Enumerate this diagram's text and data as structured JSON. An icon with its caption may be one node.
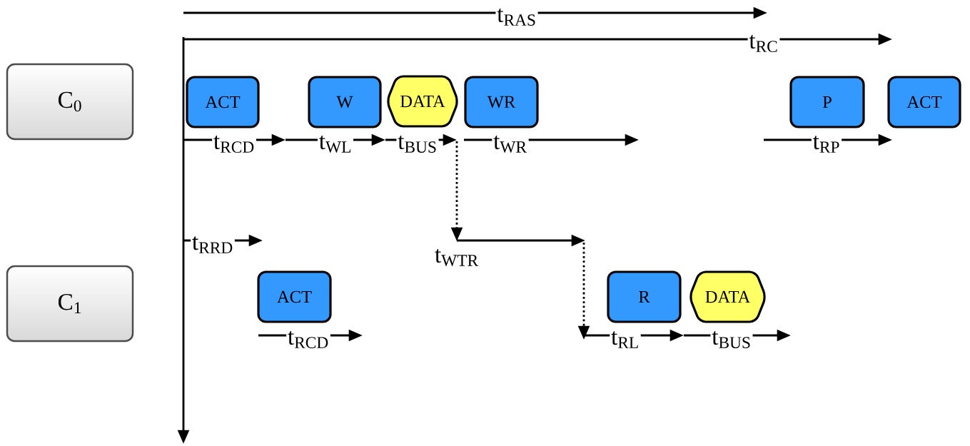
{
  "diagram": {
    "nodes": [
      {
        "text": [
          "C$_{0}$"
        ]
      },
      {
        "text": [
          "C$_{1}$"
        ]
      },
      {
        "text": [
          "ACT"
        ]
      },
      {
        "text": [
          "W"
        ]
      },
      {
        "text": [
          "DATA"
        ]
      },
      {
        "text": [
          "WR"
        ]
      },
      {
        "text": [
          "P"
        ]
      },
      {
        "text": [
          "ACT"
        ]
      },
      {
        "text": [
          "ACT"
        ]
      },
      {
        "text": [
          "R"
        ]
      },
      {
        "text": [
          "DATA"
        ]
      }
    ],
    "labels": [
      "t$_{RAS}$",
      "t$_{RC}$",
      "t$_{RCD}$",
      "t$_{WL}$",
      "t$_{BUS}$",
      "t$_{WR}$",
      "t$_{RP}$",
      "t$_{RRD}$",
      "t$_{WTR}$",
      "t$_{RCD}$",
      "t$_{RL}$",
      "t$_{BUS}$"
    ]
  }
}
